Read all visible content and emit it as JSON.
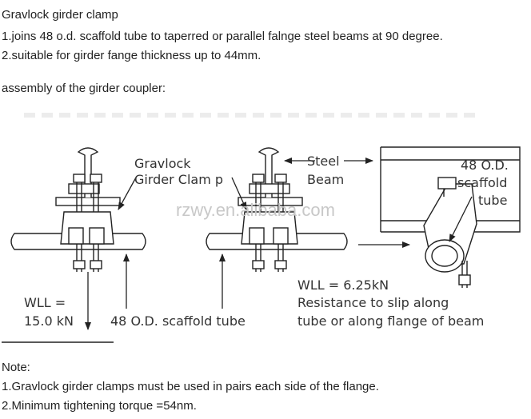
{
  "header": {
    "title": "Gravlock girder clamp",
    "point1": "1.joins 48 o.d. scaffold tube to taperred or parallel falnge steel beams at 90 degree.",
    "point2": "2.suitable for girder fange thickness up to 44mm.",
    "assembly": "assembly of the girder coupler:"
  },
  "diagram": {
    "label_gravlock_1": "Gravlock",
    "label_gravlock_2": "Girder  Clam p",
    "label_steel": "Steel",
    "label_beam": "Beam",
    "label_od_1": "48 O.D.",
    "label_od_2": "scaffold",
    "label_od_3": "tube",
    "label_wll_a1": "WLL =",
    "label_wll_a2": "15.0 kN",
    "label_tube": "48 O.D. scaffold tube",
    "label_wll_b": "WLL = 6.25kN",
    "label_resist_1": "Resistance to slip along",
    "label_resist_2": "tube or along flange of beam",
    "watermark": "rzwy.en.alibaba.com"
  },
  "notes": {
    "heading": "Note:",
    "note1": "1.Gravlock girder clamps must be used in pairs each side of the flange.",
    "note2": "2.Minimum tightening torque =54nm."
  },
  "colors": {
    "ink": "#222222",
    "watermark": "#c8c8c8"
  }
}
